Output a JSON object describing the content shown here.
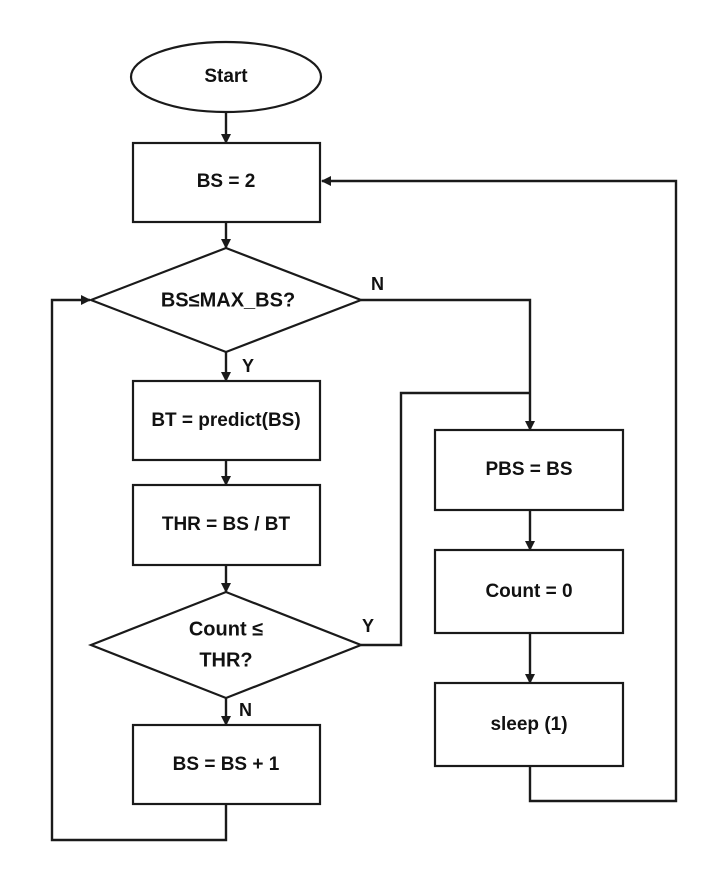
{
  "nodes": {
    "start": "Start",
    "init_bs": "BS = 2",
    "check_max": "BS≤MAX_BS?",
    "predict": "BT = predict(BS)",
    "thr": "THR = BS / BT",
    "count_line1": "Count ≤",
    "count_line2": "THR?",
    "increment": "BS = BS + 1",
    "pbs": "PBS = BS",
    "reset_count": "Count = 0",
    "sleep": "sleep (1)"
  },
  "edges": {
    "max_no": "N",
    "max_yes": "Y",
    "count_yes": "Y",
    "count_no": "N"
  }
}
